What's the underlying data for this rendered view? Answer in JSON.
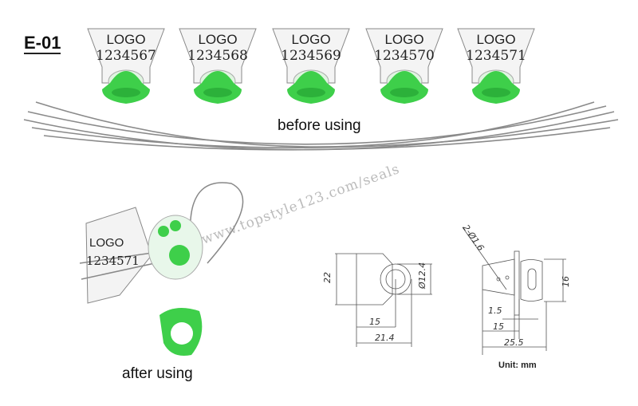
{
  "model": "E-01",
  "seals": [
    {
      "logo": "LOGO",
      "serial": "1234567"
    },
    {
      "logo": "LOGO",
      "serial": "1234568"
    },
    {
      "logo": "LOGO",
      "serial": "1234569"
    },
    {
      "logo": "LOGO",
      "serial": "1234570"
    },
    {
      "logo": "LOGO",
      "serial": "1234571"
    }
  ],
  "before_caption": "before using",
  "after_caption": "after using",
  "used_seal": {
    "logo": "LOGO",
    "serial": "1234571"
  },
  "watermark": "www.topstyle123.com/seals",
  "front_view": {
    "height": "22",
    "diameter": "Ø12.4",
    "center_offset": "15",
    "width": "21.4"
  },
  "side_view": {
    "holes": "2-Ø1.6",
    "key_height": "16",
    "flange": "1.5",
    "body": "15",
    "total": "25.5"
  },
  "unit_label": "Unit: mm",
  "colors": {
    "green": "#3ecf4a",
    "dark_green": "#22a832"
  }
}
